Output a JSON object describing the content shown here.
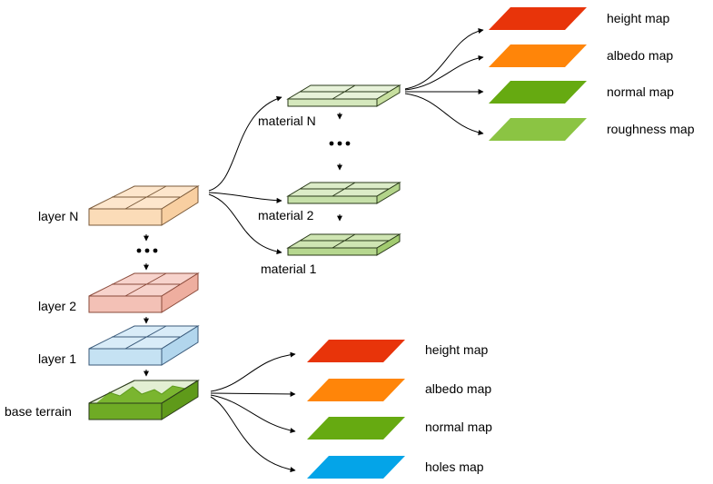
{
  "layers": {
    "layer_n": "layer N",
    "layer_2": "layer 2",
    "layer_1": "layer 1",
    "base_terrain": "base terrain"
  },
  "materials": {
    "material_n": "material N",
    "material_2": "material 2",
    "material_1": "material 1"
  },
  "material_maps": [
    "height map",
    "albedo map",
    "normal map",
    "roughness map"
  ],
  "terrain_maps": [
    "height map",
    "albedo map",
    "normal map",
    "holes map"
  ],
  "colors": {
    "height": "#e8340a",
    "albedo": "#ff8509",
    "normal": "#66aa11",
    "roughness": "#8bc443",
    "holes": "#04a4e8",
    "layer_n_fill": "#fde6cc",
    "layer_2_fill": "#f7d3cc",
    "layer_1_fill": "#cfe6f5",
    "material_fill": "#dcecc8",
    "terrain_green": "#7ab52f"
  }
}
